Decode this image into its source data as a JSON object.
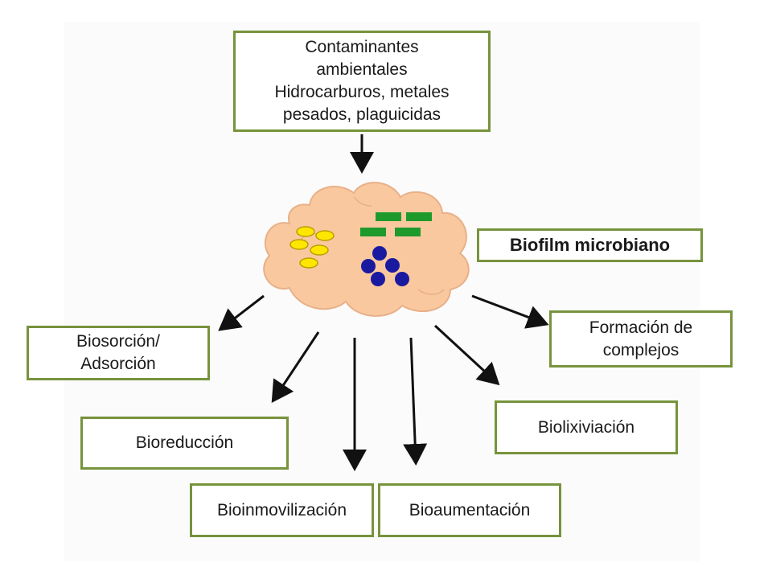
{
  "source_box": {
    "lines": [
      "Contaminantes",
      "ambientales",
      "Hidrocarburos, metales",
      "pesados, plaguicidas"
    ]
  },
  "center_label": "Biofilm microbiano",
  "processes": {
    "biosorcion": [
      "Biosorción/",
      "Adsorción"
    ],
    "bioreduccion": "Bioreducción",
    "bioinmovilizacion": "Bioinmovilización",
    "bioaumentacion": "Bioaumentación",
    "biolixiviacion": "Biolixiviación",
    "formacion": [
      "Formación de",
      "complejos"
    ]
  },
  "colors": {
    "box_border": "#77933c",
    "cloud_fill": "#f9c89f",
    "cloud_stroke": "#e8b088",
    "yellow_cells": "#ffe600",
    "green_cells": "#1e9a2c",
    "blue_cells": "#1a1aa0",
    "arrow": "#111111"
  }
}
